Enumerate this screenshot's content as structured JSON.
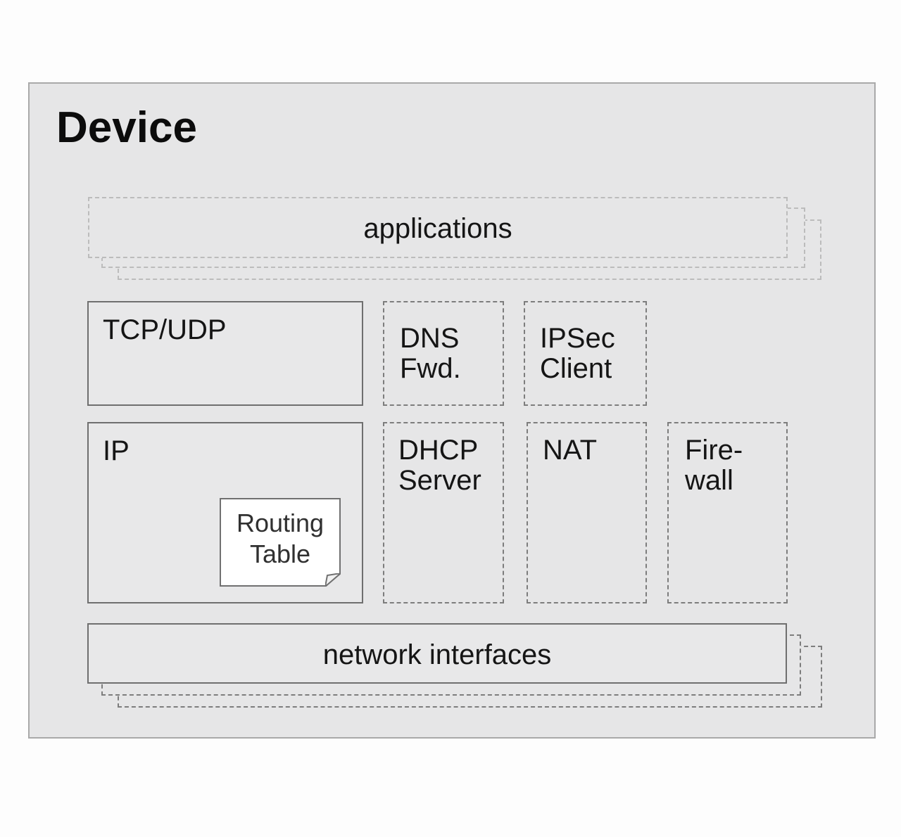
{
  "device": {
    "title": "Device"
  },
  "layers": {
    "applications": "applications",
    "network_interfaces": "network interfaces"
  },
  "protocols": {
    "tcp_udp": "TCP/UDP",
    "ip": "IP",
    "routing_table": "Routing\nTable"
  },
  "services": {
    "dns_fwd": "DNS\nFwd.",
    "ipsec_client": "IPSec\nClient",
    "dhcp_server": "DHCP\nServer",
    "nat": "NAT",
    "firewall": "Fire-\nwall"
  },
  "colors": {
    "device_background": "#e6e6e7",
    "device_border": "#a9a9a9",
    "solid_border": "#6f6f6f",
    "dashed_border": "#7d7d7d",
    "light_dashed_border": "#bcbcbc",
    "routing_table_fill": "#ffffff"
  }
}
